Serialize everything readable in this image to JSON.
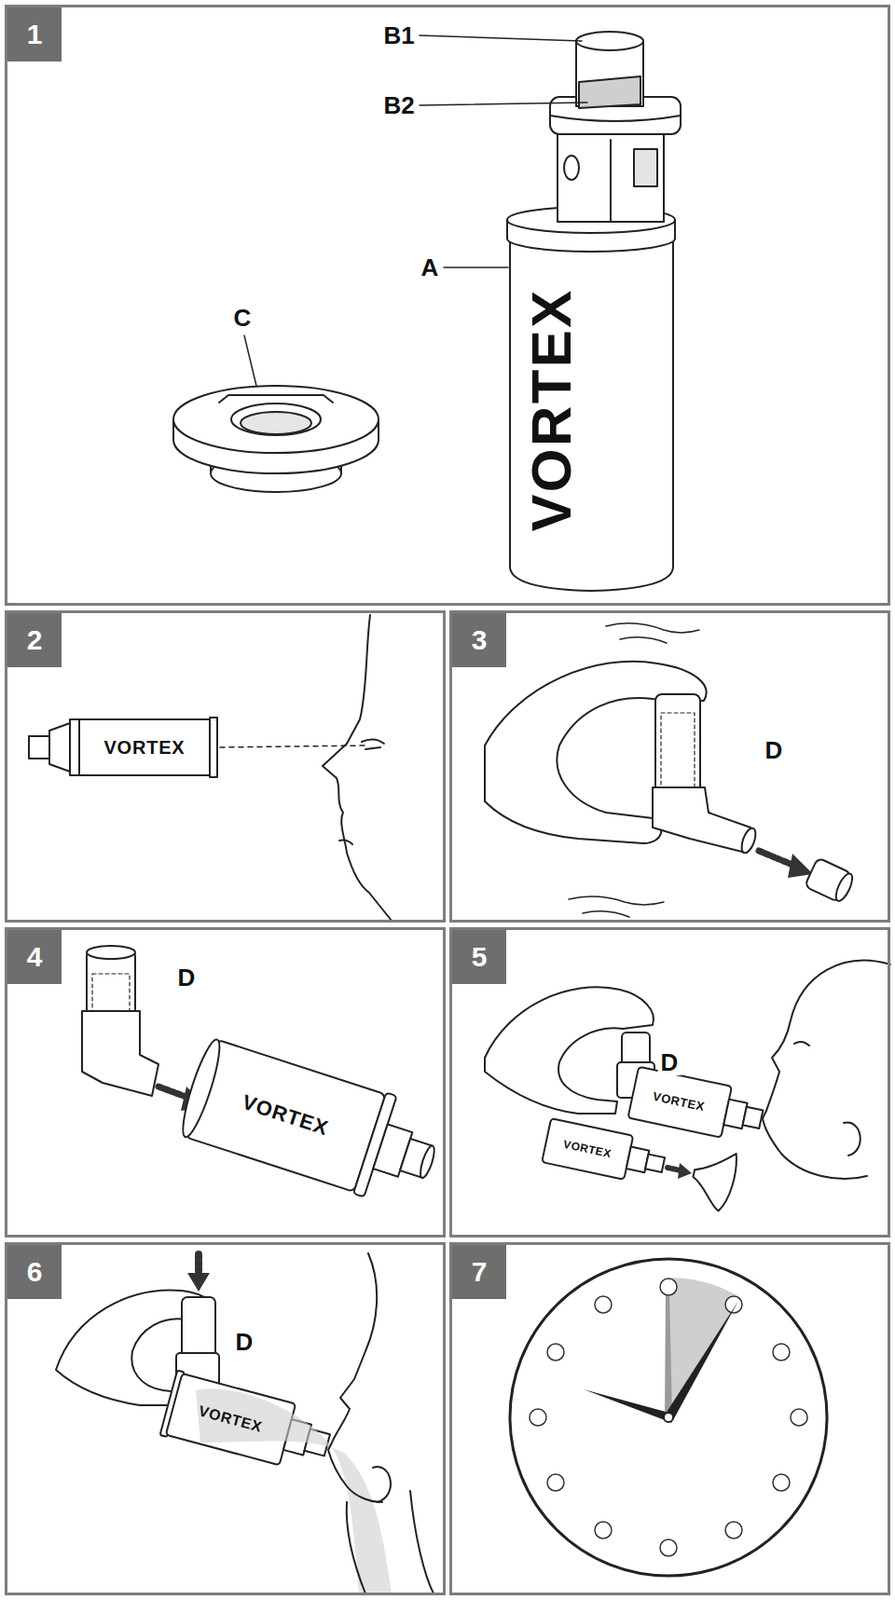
{
  "diagram": {
    "nodes": [
      {
        "text": [
          "1"
        ]
      },
      {
        "text": [
          "2"
        ]
      },
      {
        "text": [
          "3"
        ]
      },
      {
        "text": [
          "4"
        ]
      },
      {
        "text": [
          "5"
        ]
      },
      {
        "text": [
          "6"
        ]
      },
      {
        "text": [
          "7"
        ]
      }
    ],
    "labels": [
      "B1",
      "B2",
      "A",
      "C",
      "D",
      "D",
      "D",
      "D",
      "VORTEX",
      "VORTEX",
      "VORTEX",
      "VORTEX",
      "VORTEX",
      "VORTEX"
    ]
  }
}
